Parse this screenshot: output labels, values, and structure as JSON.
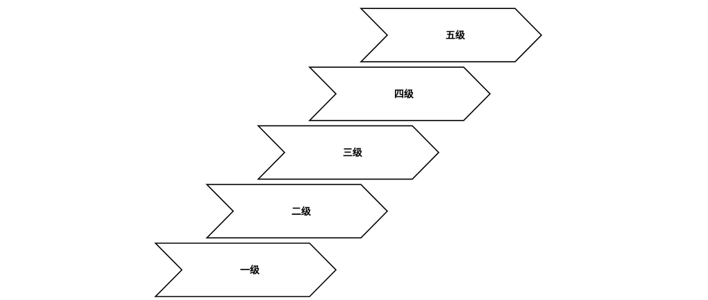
{
  "levels": [
    {
      "label": "一级"
    },
    {
      "label": "二级"
    },
    {
      "label": "三级"
    },
    {
      "label": "四级"
    },
    {
      "label": "五级"
    }
  ]
}
